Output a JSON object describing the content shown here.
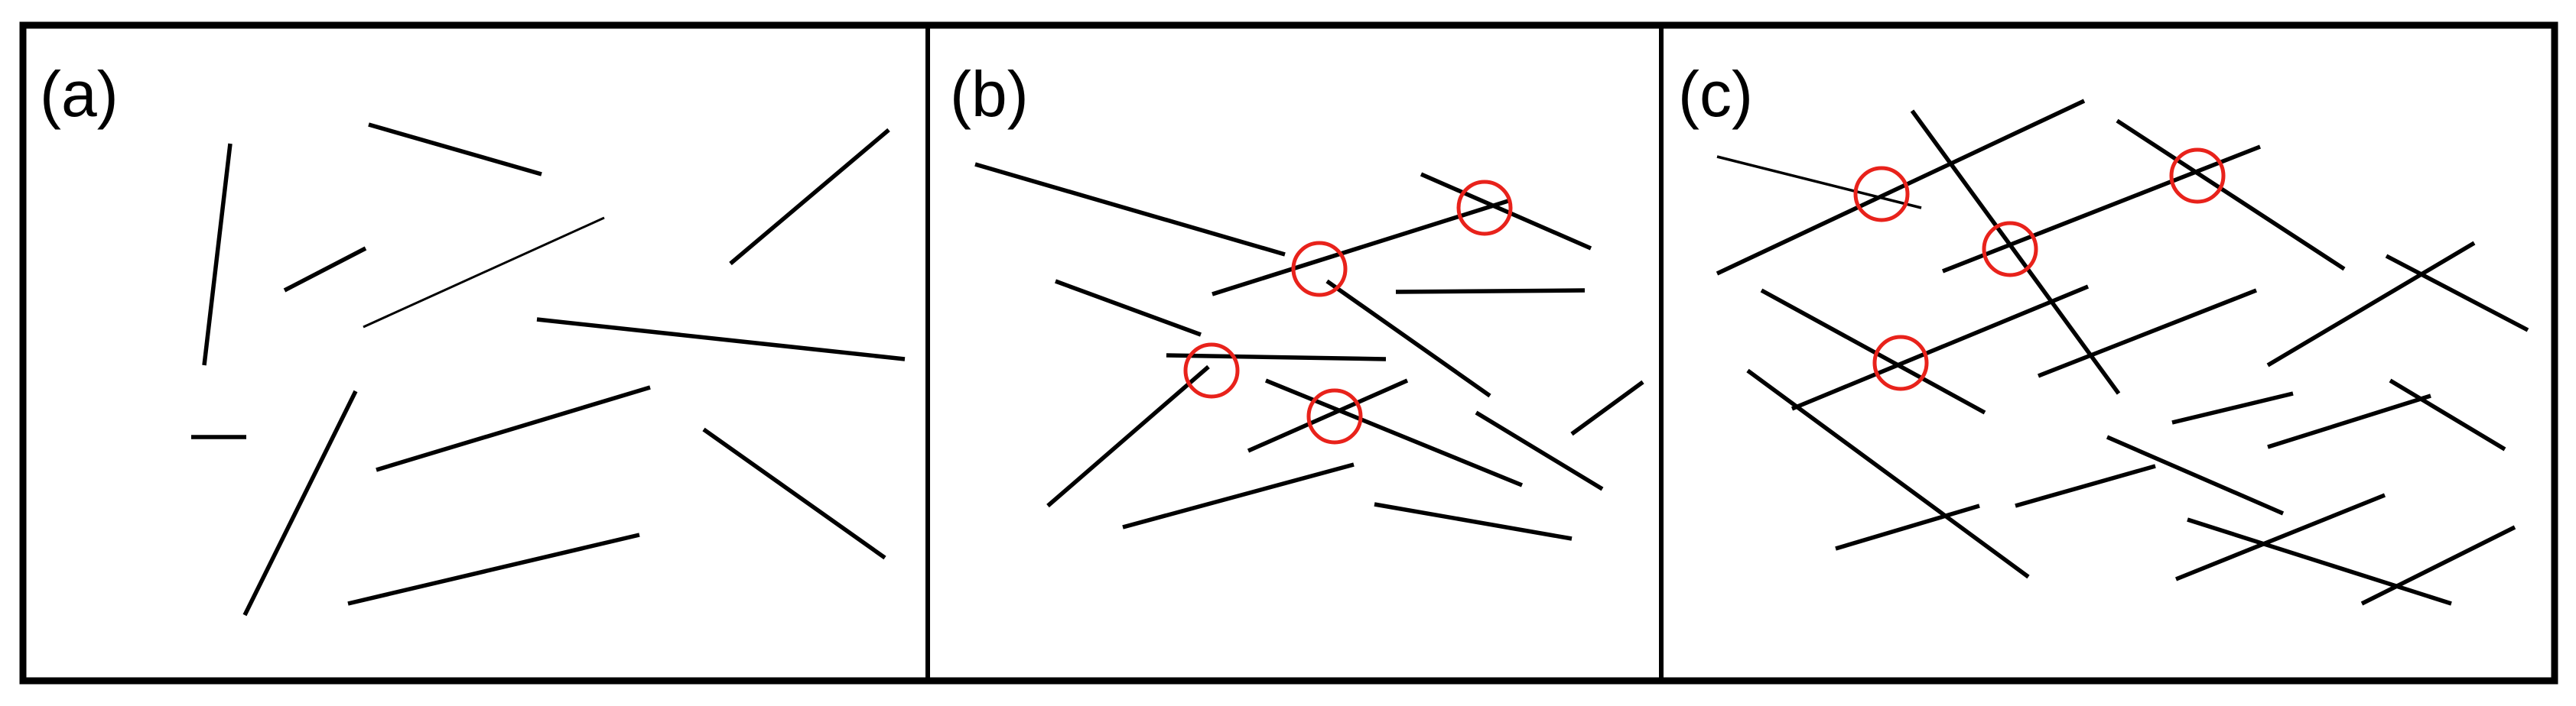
{
  "colors": {
    "line": "#000000",
    "marker": "#e8221b",
    "background": "#ffffff"
  },
  "panels": [
    {
      "label": "(a)"
    },
    {
      "label": "(b)"
    },
    {
      "label": "(c)"
    }
  ]
}
